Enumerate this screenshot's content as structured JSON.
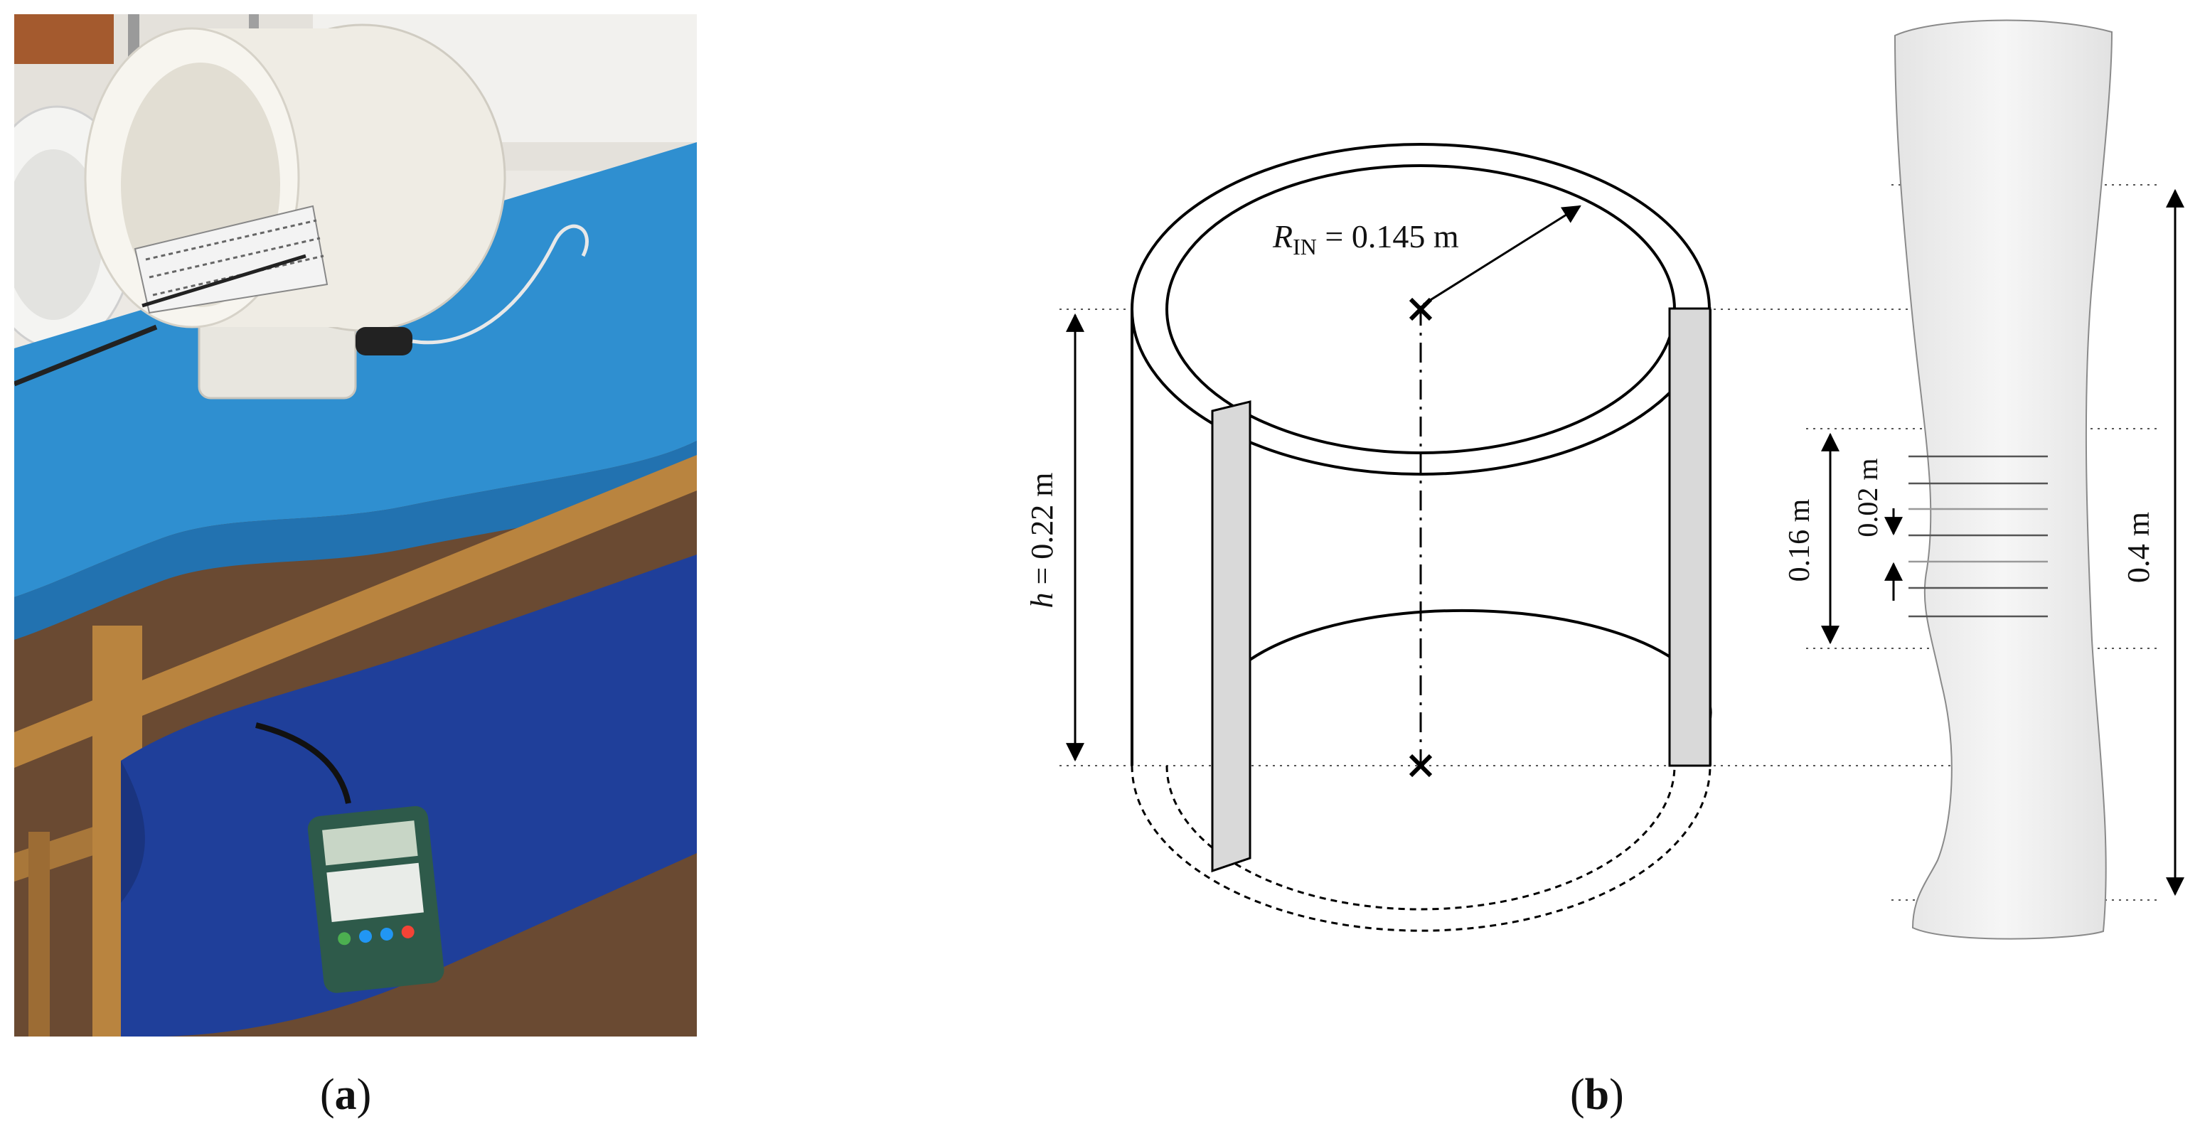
{
  "panel_a": {
    "caption_open": "(",
    "caption_letter": "a",
    "caption_close": ")",
    "photo_alt": "Magnetotherapy coil device on a blue treatment couch with a hand-held measuring meter"
  },
  "panel_b": {
    "caption_open": "(",
    "caption_letter": "b",
    "caption_close": ")",
    "radius_symbol": "R",
    "radius_subscript": "IN",
    "radius_value": " = 0.145 m",
    "height_symbol": "h",
    "height_value": " = 0.22 m",
    "dim_016": "0.16 m",
    "dim_002": "0.02 m",
    "dim_04": "0.4 m"
  },
  "colors": {
    "couch_top": "#2f8fd0",
    "couch_bottom": "#1f3f9a",
    "wood": "#b9843f",
    "coil": "#efece4",
    "slab": "#d9d9d9"
  }
}
